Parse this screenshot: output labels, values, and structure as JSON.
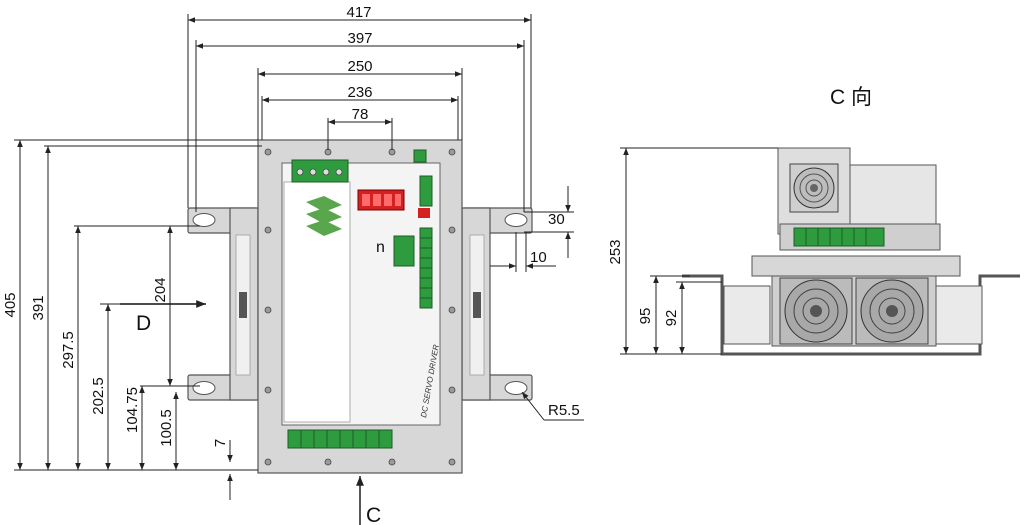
{
  "front_view": {
    "dimensions": {
      "overall_width_mounting": "417",
      "mounting_hole_span": "397",
      "plate_width": "250",
      "plate_inner_width": "236",
      "top_hole_spacing": "78",
      "overall_height": "405",
      "plate_height": "391",
      "dim_297_5": "297.5",
      "dim_204": "204",
      "dim_202_5": "202.5",
      "dim_104_75": "104.75",
      "dim_100_5": "100.5",
      "dim_7": "7",
      "dim_30": "30",
      "dim_10": "10",
      "slot_radius": "R5.5"
    },
    "view_arrow_d": "D",
    "view_arrow_c": "C",
    "panel_text": "DC SERVO DRIVER"
  },
  "side_view": {
    "title": "C 向",
    "dimensions": {
      "height": "253",
      "dim_95": "95",
      "dim_92": "92"
    }
  },
  "colors": {
    "plate": "#d7d7d7",
    "module": "#f4f4f4",
    "terminal_green": "#2f9b3f",
    "display_red": "#d42020",
    "logo_green": "#5aa64d",
    "line": "#222222"
  }
}
